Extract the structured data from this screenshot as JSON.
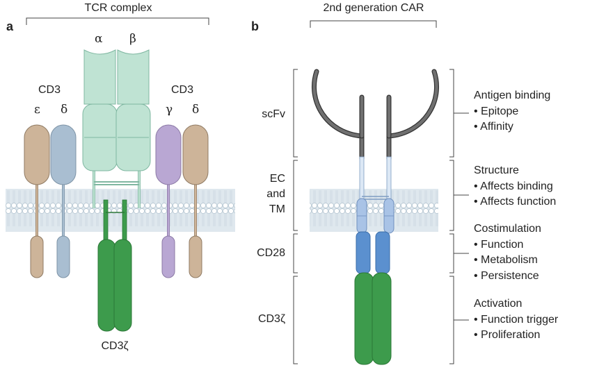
{
  "panel_a": {
    "letter": "a",
    "title": "TCR complex",
    "cd3_left": "CD3",
    "cd3_right": "CD3",
    "epsilon": "ε",
    "delta_left": "δ",
    "alpha": "α",
    "beta": "β",
    "gamma": "γ",
    "delta_right": "δ",
    "zeta": "CD3ζ"
  },
  "panel_b": {
    "letter": "b",
    "title": "2nd generation CAR",
    "domains": {
      "scfv": "scFv",
      "ec": "EC",
      "and": "and",
      "tm": "TM",
      "cd28": "CD28",
      "cd3z": "CD3ζ"
    },
    "annotations": [
      {
        "heading": "Antigen binding",
        "bullets": [
          "• Epitope",
          "• Affinity"
        ]
      },
      {
        "heading": "Structure",
        "bullets": [
          "• Affects binding",
          "• Affects function"
        ]
      },
      {
        "heading": "Costimulation",
        "bullets": [
          "• Function",
          "• Metabolism",
          "• Persistence"
        ]
      },
      {
        "heading": "Activation",
        "bullets": [
          "• Function trigger",
          "• Proliferation"
        ]
      }
    ]
  },
  "colors": {
    "membrane": "#dfe8ee",
    "tcr": "#bfe3d3",
    "cd3_tan": "#cdb499",
    "cd3_blue": "#a9bed1",
    "cd3_purple": "#b9a7d3",
    "zeta_green": "#3d9b4c",
    "cd28_blue": "#5b90cf",
    "tm_lightblue": "#a9c3e6",
    "scfv_gray": "#555555"
  }
}
